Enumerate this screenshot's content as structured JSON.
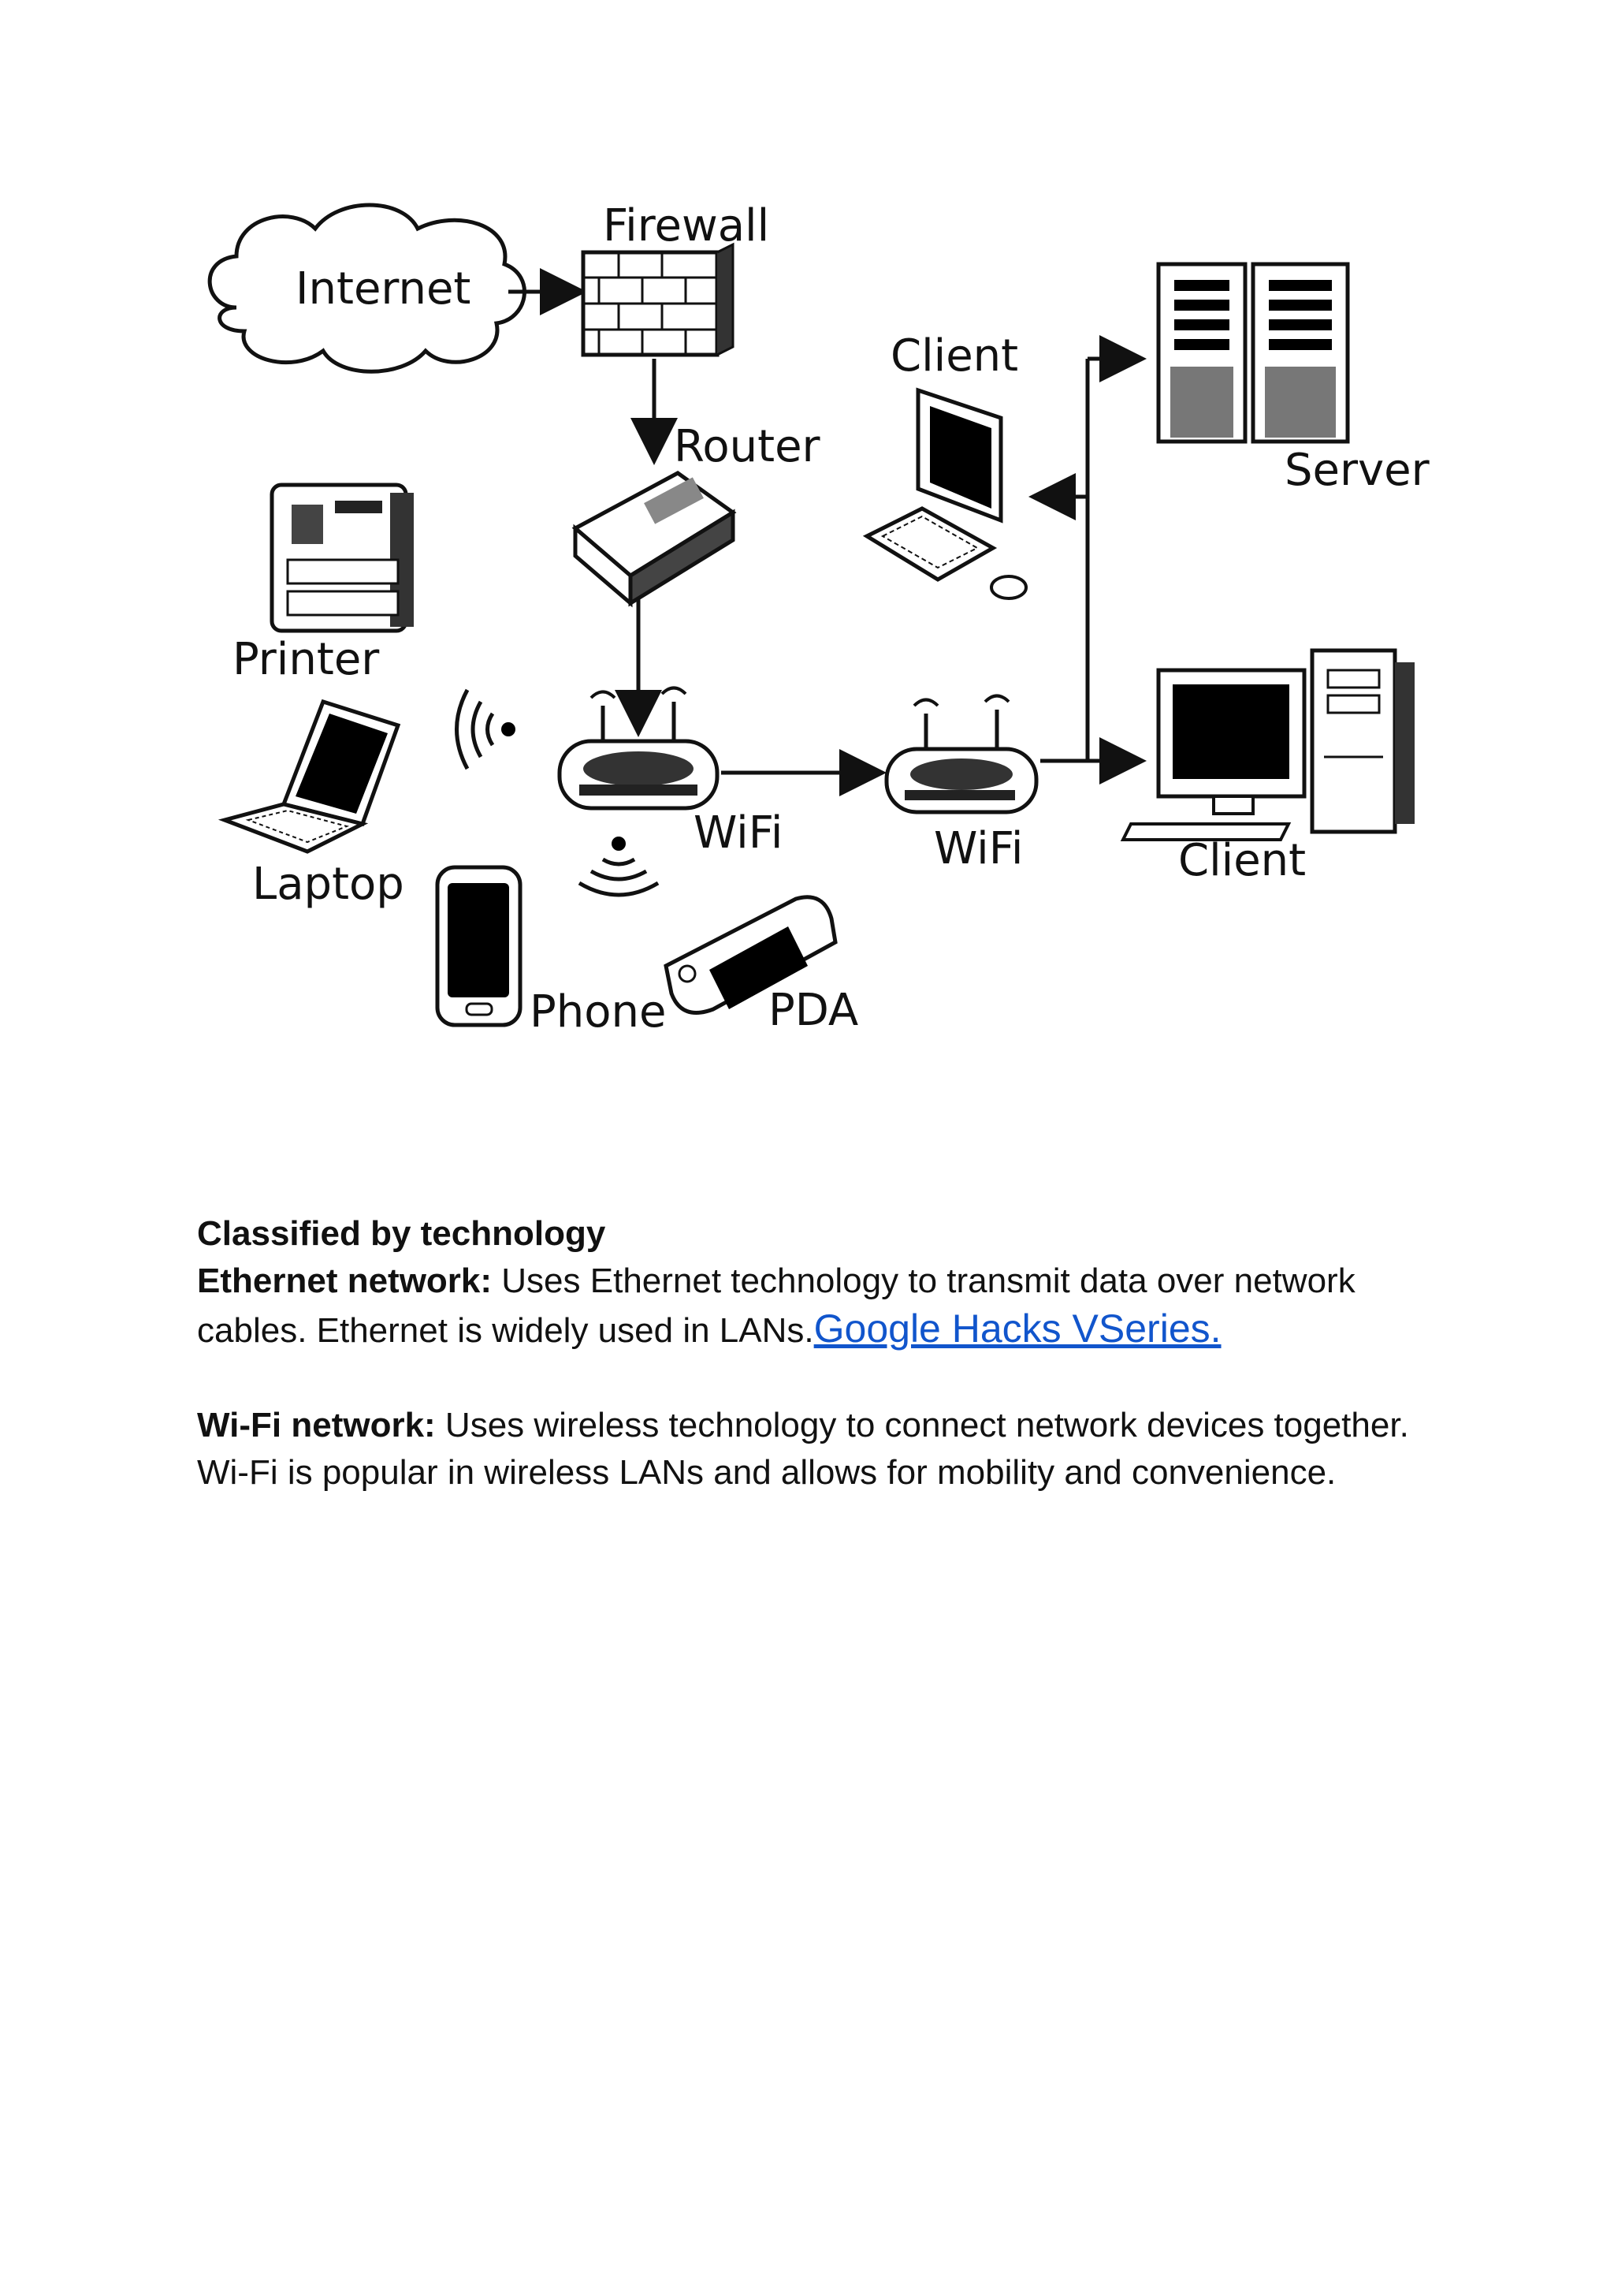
{
  "diagram": {
    "labels": {
      "internet": "Internet",
      "firewall": "Firewall",
      "router": "Router",
      "client_top": "Client",
      "server": "Server",
      "printer": "Printer",
      "laptop": "Laptop",
      "wifi_left": "WiFi",
      "wifi_right": "WiFi",
      "client_bottom": "Client",
      "phone": "Phone",
      "pda": "PDA"
    }
  },
  "document": {
    "heading": "Classified by technology",
    "ethernet": {
      "term": "Ethernet network:",
      "text": " Uses Ethernet technology to transmit data over network cables. Ethernet is widely used in LANs.",
      "link": "Google Hacks VSeries."
    },
    "wifi": {
      "term": "Wi-Fi network:",
      "text": " Uses wireless technology to connect network devices together. Wi-Fi is popular in wireless LANs and allows for mobility and convenience."
    }
  }
}
